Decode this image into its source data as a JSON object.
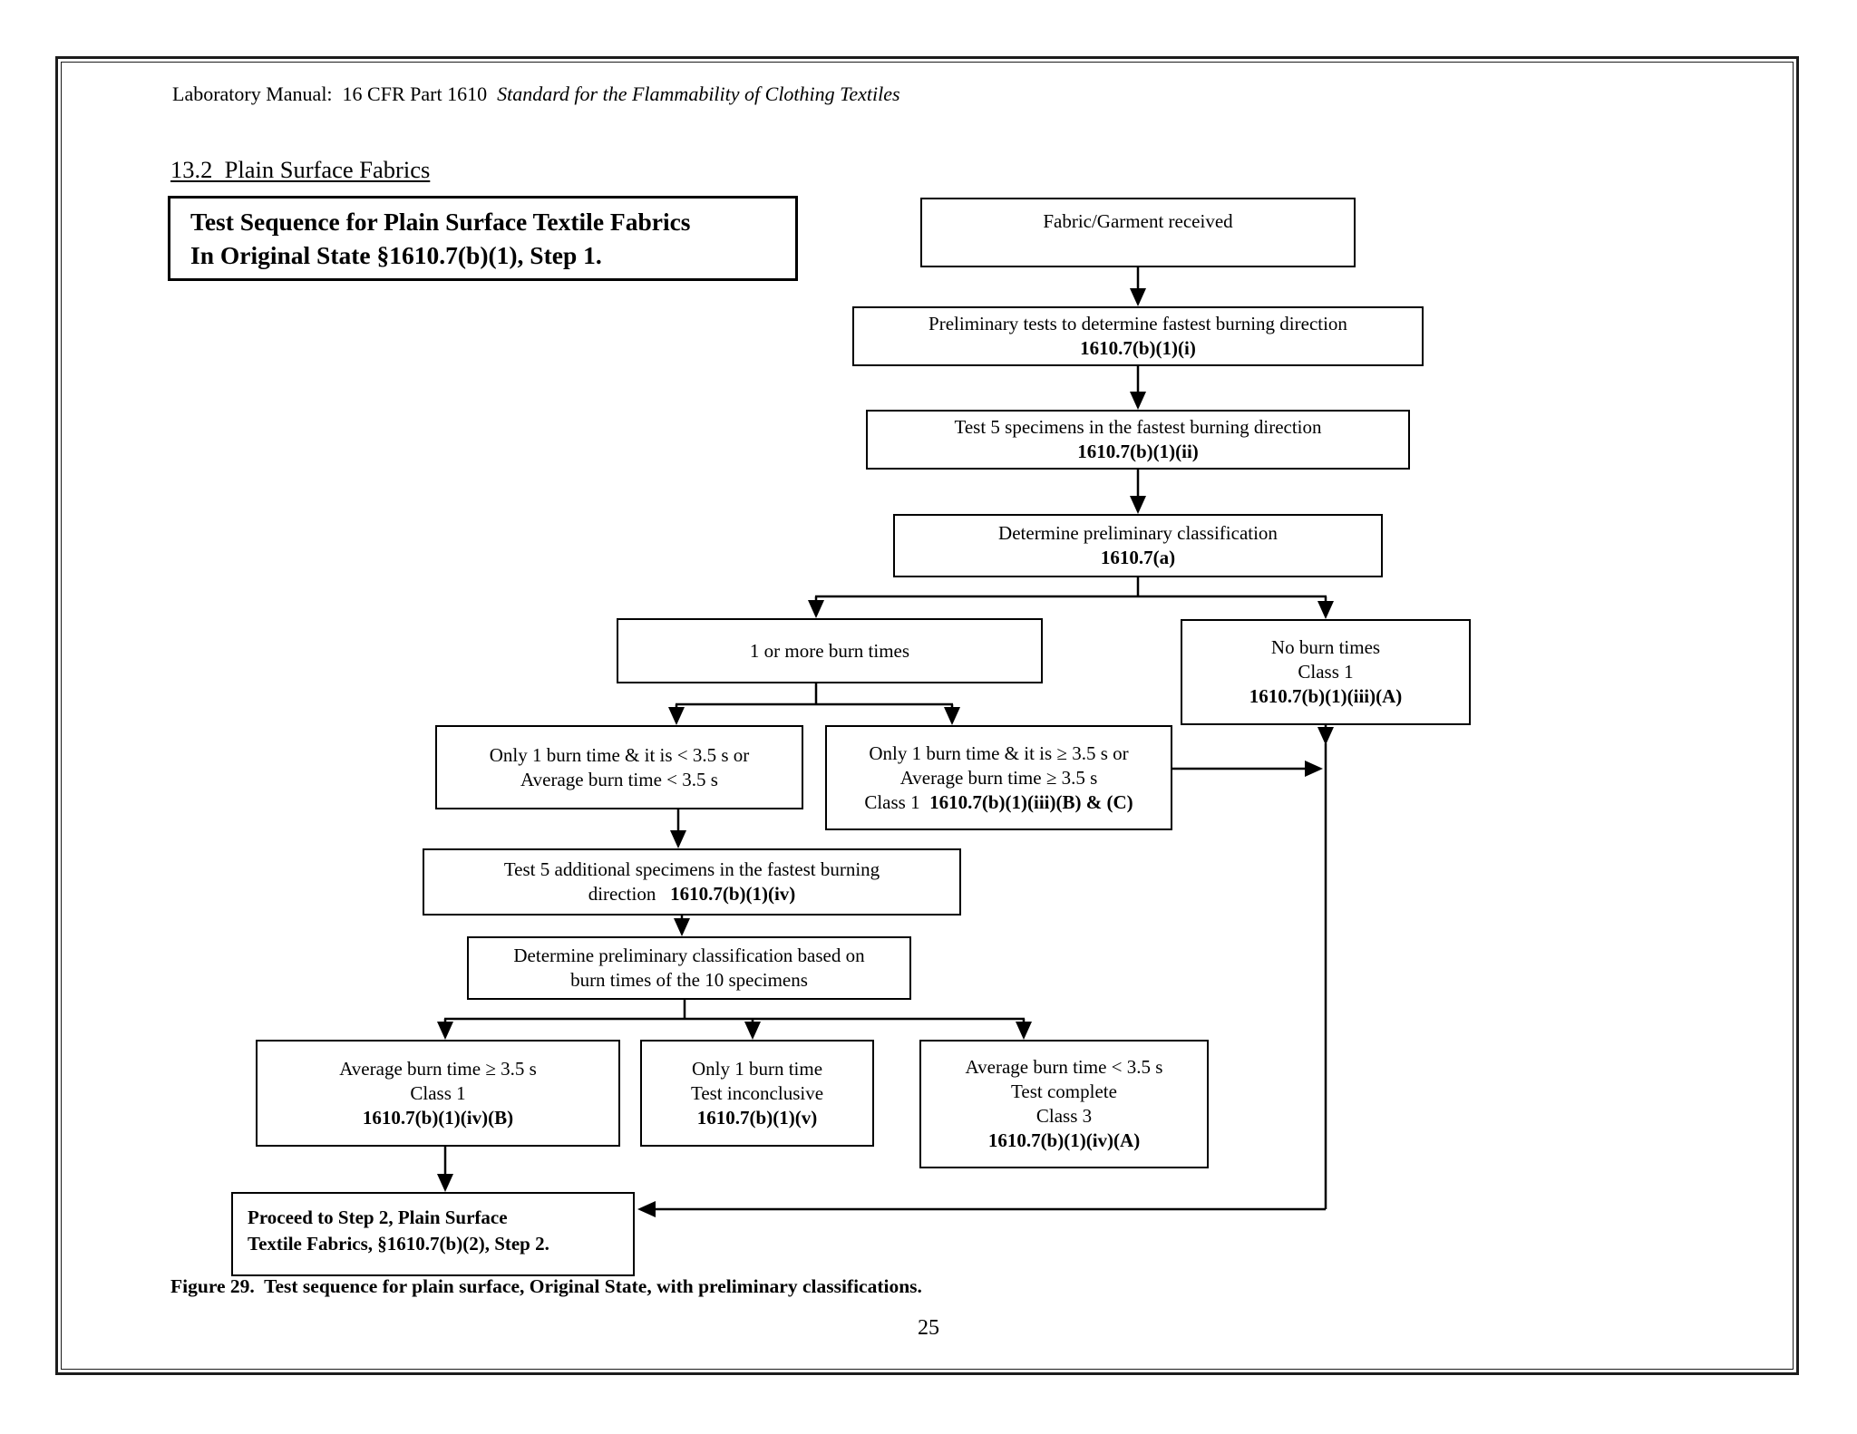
{
  "header": {
    "title_regular": "Laboratory Manual:  16 CFR Part 1610  ",
    "title_italic": "Standard for the Flammability of Clothing Textiles"
  },
  "section": {
    "heading": "13.2  Plain Surface Fabrics"
  },
  "intro_box": {
    "line1": "Test Sequence for Plain Surface Textile Fabrics",
    "line2": "In Original State §1610.7(b)(1), Step 1."
  },
  "flowchart": {
    "received": {
      "line1": "Fabric/Garment received"
    },
    "prelim": {
      "line1": "Preliminary tests to determine fastest burning direction",
      "ref": "1610.7(b)(1)(i)"
    },
    "test5": {
      "line1": "Test 5 specimens in the fastest burning direction",
      "ref": "1610.7(b)(1)(ii)"
    },
    "classify": {
      "line1": "Determine preliminary classification",
      "ref": "1610.7(a)"
    },
    "one_or_more": {
      "line1": "1 or more burn times"
    },
    "no_burn": {
      "line1": "No burn times",
      "line2": "Class 1",
      "ref": "1610.7(b)(1)(iii)(A)"
    },
    "lt": {
      "line1": "Only 1 burn time & it is < 3.5 s or",
      "line2": "Average burn time < 3.5 s"
    },
    "ge": {
      "line1": "Only 1 burn time & it is ≥ 3.5 s or",
      "line2": "Average burn time ≥ 3.5 s",
      "line3_prefix": "Class 1  ",
      "ref": "1610.7(b)(1)(iii)(B) & (C)"
    },
    "test5_add": {
      "line1": "Test 5 additional specimens in the fastest burning",
      "line2_prefix": "direction   ",
      "ref": "1610.7(b)(1)(iv)"
    },
    "classify10": {
      "line1": "Determine preliminary classification based on",
      "line2": "burn times of the 10 specimens"
    },
    "avg_ge": {
      "line1": "Average burn time ≥ 3.5 s",
      "line2": "Class 1",
      "ref": "1610.7(b)(1)(iv)(B)"
    },
    "only_one": {
      "line1": "Only 1 burn time",
      "line2": "Test inconclusive",
      "ref": "1610.7(b)(1)(v)"
    },
    "avg_lt": {
      "line1": "Average burn time < 3.5 s",
      "line2": "Test complete",
      "line3": "Class 3",
      "ref": "1610.7(b)(1)(iv)(A)"
    },
    "proceed": {
      "line1": "Proceed to Step 2, Plain Surface",
      "line2": "Textile Fabrics, §1610.7(b)(2), Step 2."
    }
  },
  "caption": "Figure 29.  Test sequence for plain surface, Original State, with preliminary classifications.",
  "page_number": "25",
  "colors": {
    "ink": "#000000",
    "paper": "#ffffff"
  }
}
